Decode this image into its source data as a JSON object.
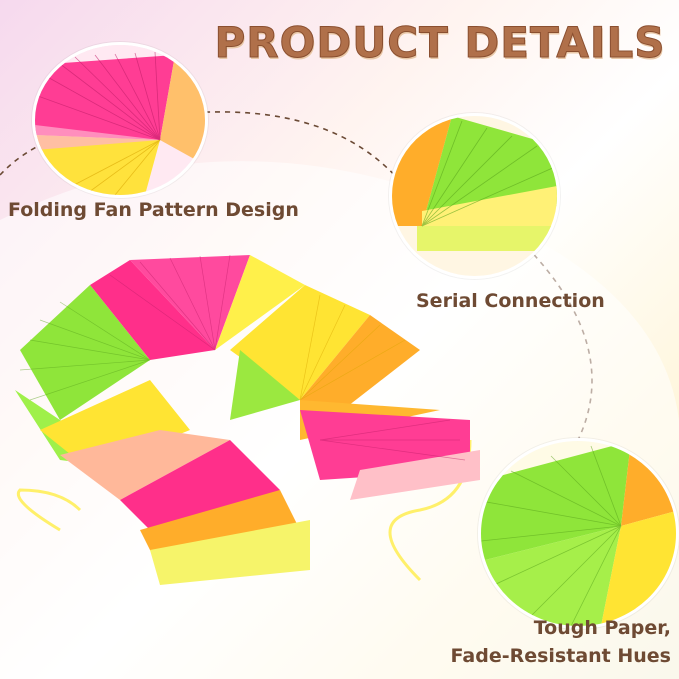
{
  "title": "PRODUCT DETAILS",
  "features": [
    {
      "label": "Folding Fan Pattern Design"
    },
    {
      "label": "Serial Connection"
    },
    {
      "label_line1": "Tough Paper,",
      "label_line2": "Fade-Resistant Hues"
    }
  ],
  "colors": {
    "title": "#b0704a",
    "label": "#6e4a33",
    "pink": "#ff2f8a",
    "green": "#8fe53a",
    "yellow": "#ffe433",
    "orange": "#ffad2a",
    "peach": "#ffb89a"
  }
}
